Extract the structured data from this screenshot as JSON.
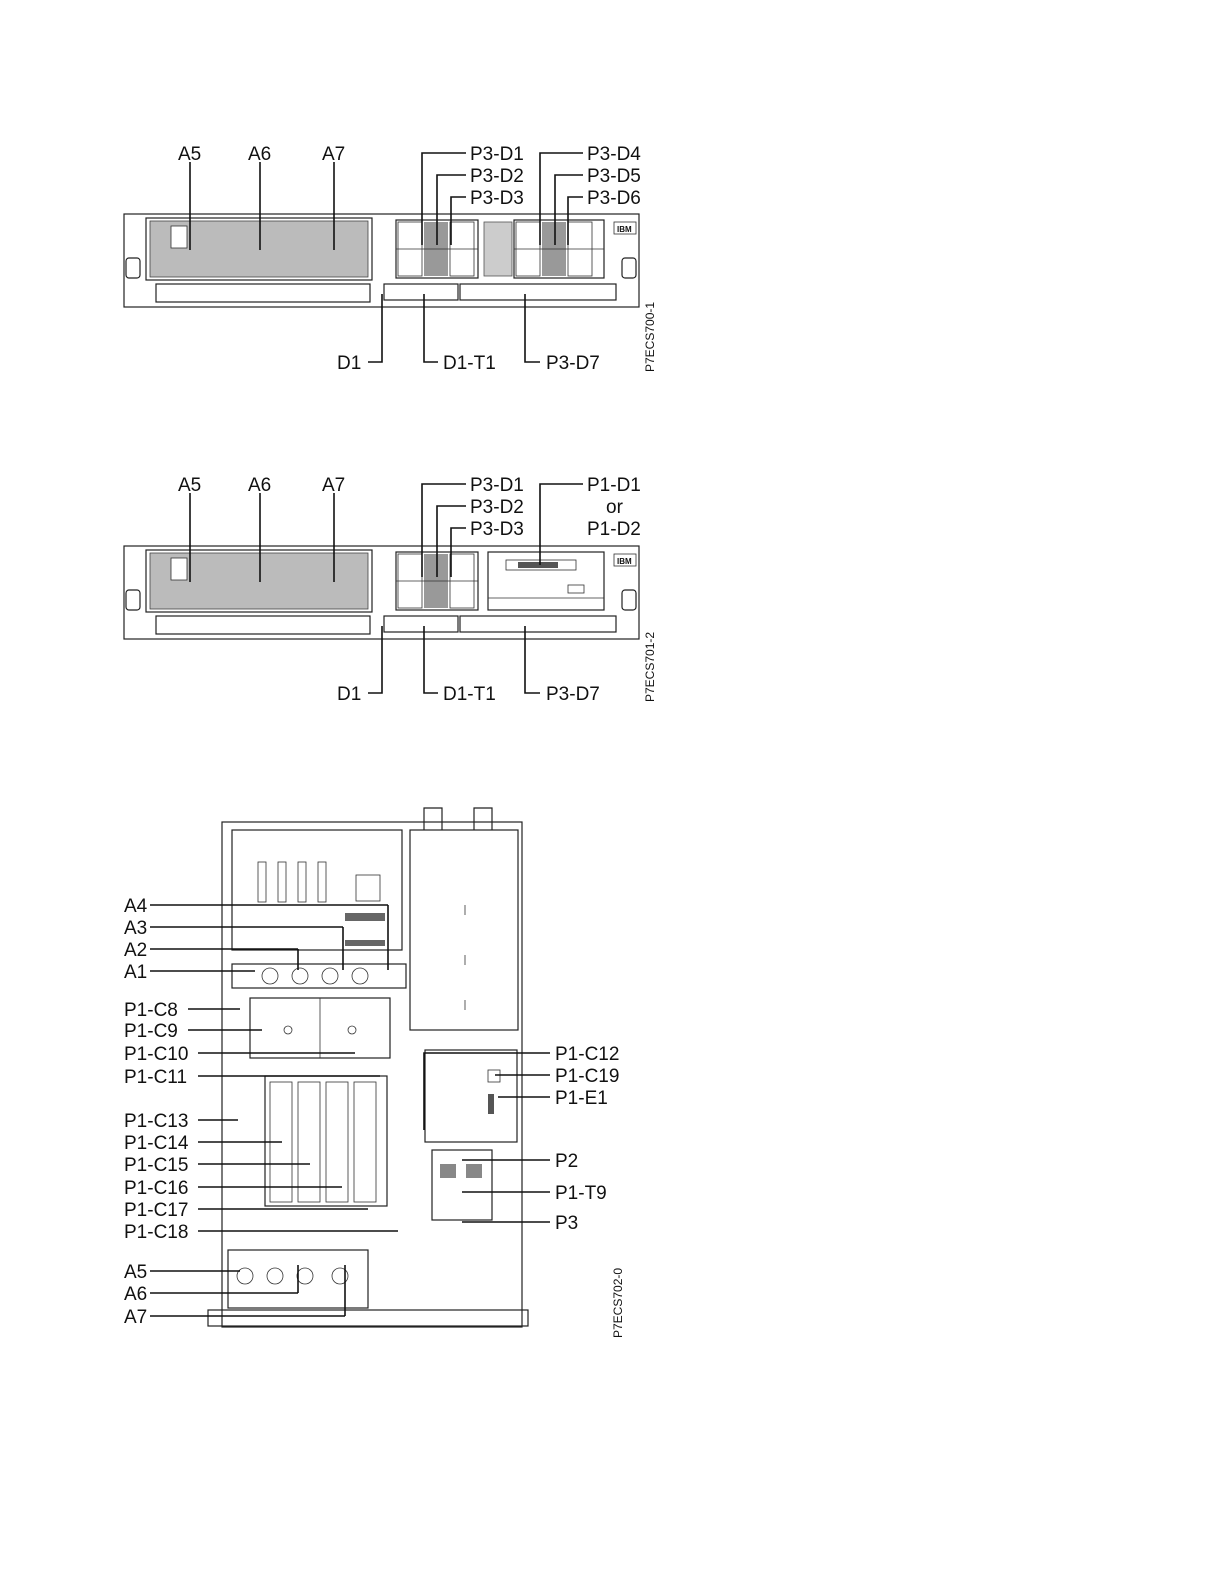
{
  "figure1": {
    "id": "P7ECS700-1",
    "labels": {
      "a5": "A5",
      "a6": "A6",
      "a7": "A7",
      "p3d1": "P3-D1",
      "p3d2": "P3-D2",
      "p3d3": "P3-D3",
      "p3d4": "P3-D4",
      "p3d5": "P3-D5",
      "p3d6": "P3-D6",
      "d1": "D1",
      "d1t1": "D1-T1",
      "p3d7": "P3-D7"
    },
    "logo": "IBM"
  },
  "figure2": {
    "id": "P7ECS701-2",
    "labels": {
      "a5": "A5",
      "a6": "A6",
      "a7": "A7",
      "p3d1": "P3-D1",
      "p3d2": "P3-D2",
      "p3d3": "P3-D3",
      "p1d1": "P1-D1",
      "or": "or",
      "p1d2": "P1-D2",
      "d1": "D1",
      "d1t1": "D1-T1",
      "p3d7": "P3-D7"
    },
    "logo": "IBM"
  },
  "figure3": {
    "id": "P7ECS702-0",
    "left_labels": [
      "A4",
      "A3",
      "A2",
      "A1",
      "P1-C8",
      "P1-C9",
      "P1-C10",
      "P1-C11",
      "P1-C13",
      "P1-C14",
      "P1-C15",
      "P1-C16",
      "P1-C17",
      "P1-C18",
      "A5",
      "A6",
      "A7"
    ],
    "right_labels": [
      "P1-C12",
      "P1-C19",
      "P1-E1",
      "P2",
      "P1-T9",
      "P3"
    ]
  }
}
